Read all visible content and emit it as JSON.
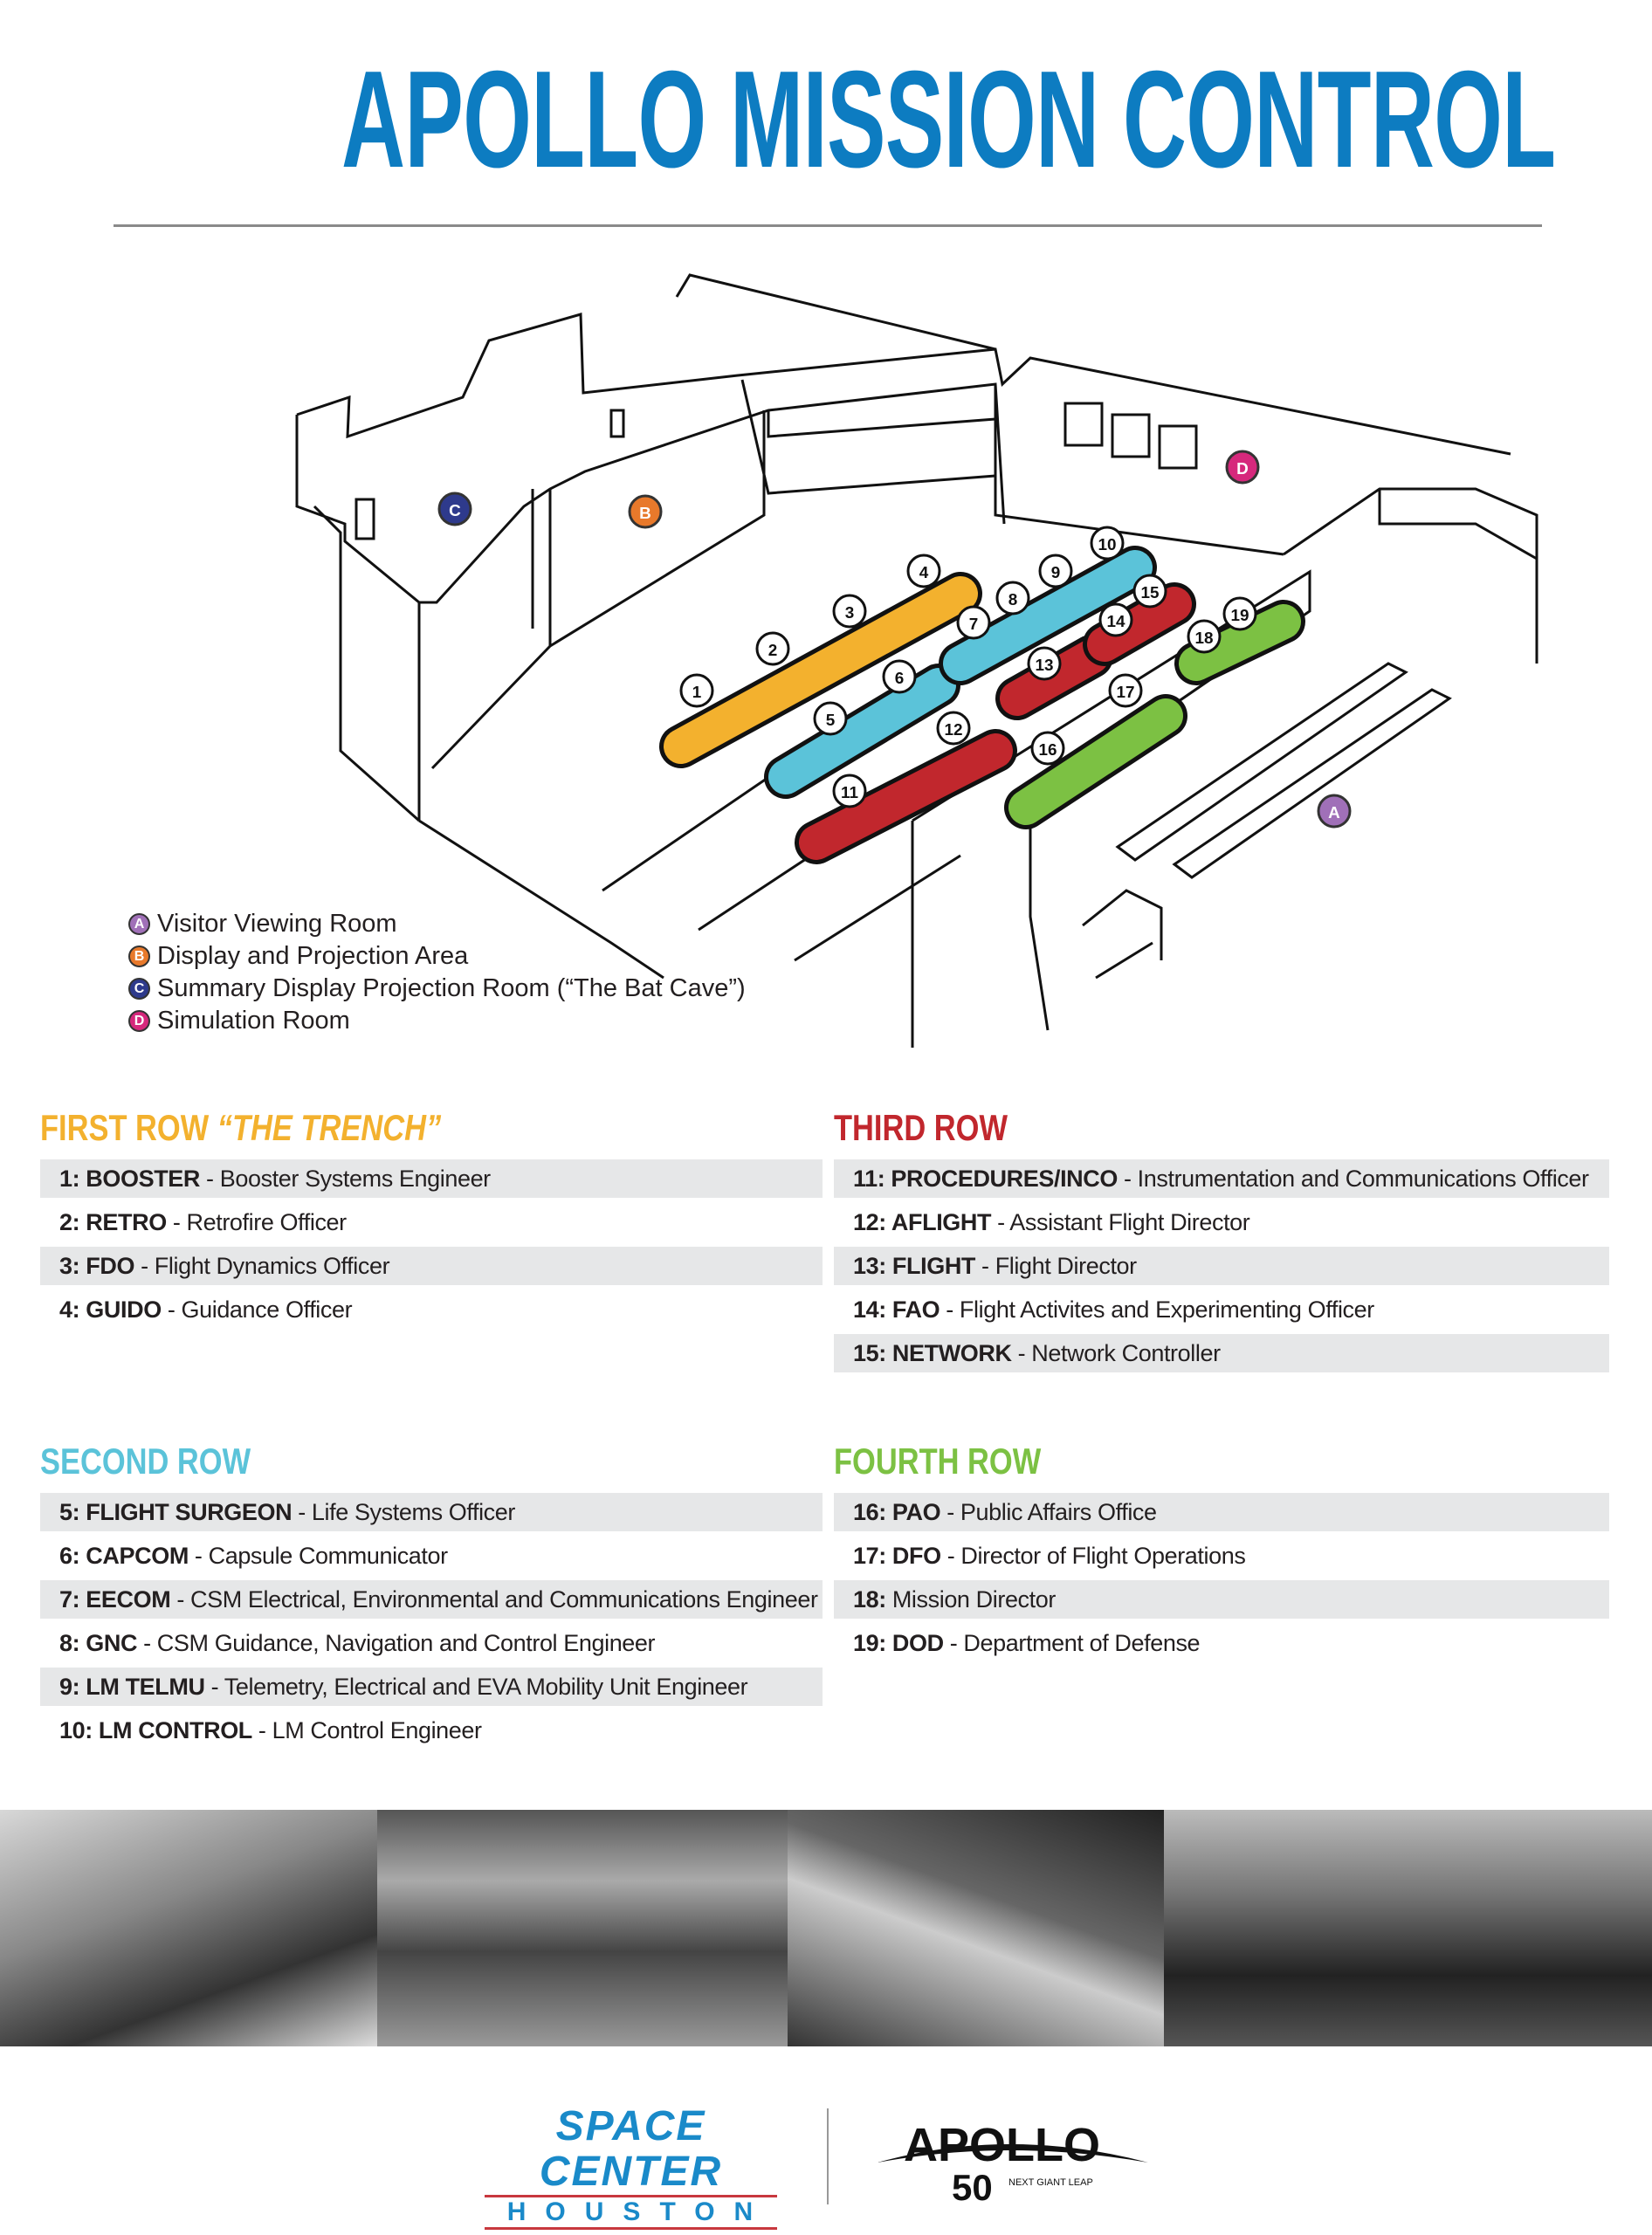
{
  "title": "APOLLO MISSION CONTROL",
  "legend": [
    {
      "letter": "A",
      "label": "Visitor Viewing Room",
      "color": "#a070b8"
    },
    {
      "letter": "B",
      "label": "Display and Projection Area",
      "color": "#e8792b"
    },
    {
      "letter": "C",
      "label": "Summary Display Projection Room (“The Bat Cave”)",
      "color": "#2e3a8c"
    },
    {
      "letter": "D",
      "label": "Simulation Room",
      "color": "#d6287c"
    }
  ],
  "sections": [
    {
      "id": "first",
      "heading": "FIRST ROW ",
      "heading_em": "“THE TRENCH”",
      "color": "#f3b12e",
      "items": [
        {
          "code": "1: BOOSTER",
          "desc": "- Booster Systems Engineer"
        },
        {
          "code": "2: RETRO",
          "desc": "- Retrofire Officer"
        },
        {
          "code": "3: FDO",
          "desc": "- Flight Dynamics Officer"
        },
        {
          "code": "4: GUIDO",
          "desc": "- Guidance Officer"
        }
      ]
    },
    {
      "id": "third",
      "heading": "THIRD ROW",
      "heading_em": "",
      "color": "#c1272d",
      "items": [
        {
          "code": "11: PROCEDURES/INCO",
          "desc": "- Instrumentation and Communications Officer"
        },
        {
          "code": "12: AFLIGHT",
          "desc": "- Assistant Flight Director"
        },
        {
          "code": "13: FLIGHT",
          "desc": "- Flight Director"
        },
        {
          "code": "14: FAO",
          "desc": "- Flight Activites and Experimenting Officer"
        },
        {
          "code": "15: NETWORK",
          "desc": "- Network Controller"
        }
      ]
    },
    {
      "id": "second",
      "heading": "SECOND ROW",
      "heading_em": "",
      "color": "#5bc3d9",
      "items": [
        {
          "code": "5: FLIGHT SURGEON",
          "desc": "- Life Systems Officer"
        },
        {
          "code": "6: CAPCOM",
          "desc": "- Capsule Communicator"
        },
        {
          "code": "7: EECOM",
          "desc": "- CSM Electrical, Environmental and Communications Engineer"
        },
        {
          "code": "8: GNC",
          "desc": "- CSM Guidance, Navigation and Control Engineer"
        },
        {
          "code": "9: LM TELMU",
          "desc": "- Telemetry, Electrical and EVA Mobility Unit Engineer"
        },
        {
          "code": "10: LM CONTROL",
          "desc": "- LM Control Engineer"
        }
      ]
    },
    {
      "id": "fourth",
      "heading": "FOURTH ROW",
      "heading_em": "",
      "color": "#7cc143",
      "items": [
        {
          "code": "16: PAO",
          "desc": "- Public Affairs Office"
        },
        {
          "code": "17: DFO",
          "desc": "- Director of Flight Operations"
        },
        {
          "code": "18:",
          "desc": "Mission Director"
        },
        {
          "code": "19: DOD",
          "desc": "- Department of Defense"
        }
      ]
    }
  ],
  "diagram": {
    "stations": [
      "1",
      "2",
      "3",
      "4",
      "5",
      "6",
      "7",
      "8",
      "9",
      "10",
      "11",
      "12",
      "13",
      "14",
      "15",
      "16",
      "17",
      "18",
      "19"
    ],
    "rooms": [
      "A",
      "B",
      "C",
      "D"
    ]
  },
  "logos": {
    "space_center": "SPACE CENTER",
    "houston": "HOUSTON",
    "apollo": "APOLLO",
    "fifty": "50",
    "tagline": "NEXT GIANT LEAP"
  }
}
